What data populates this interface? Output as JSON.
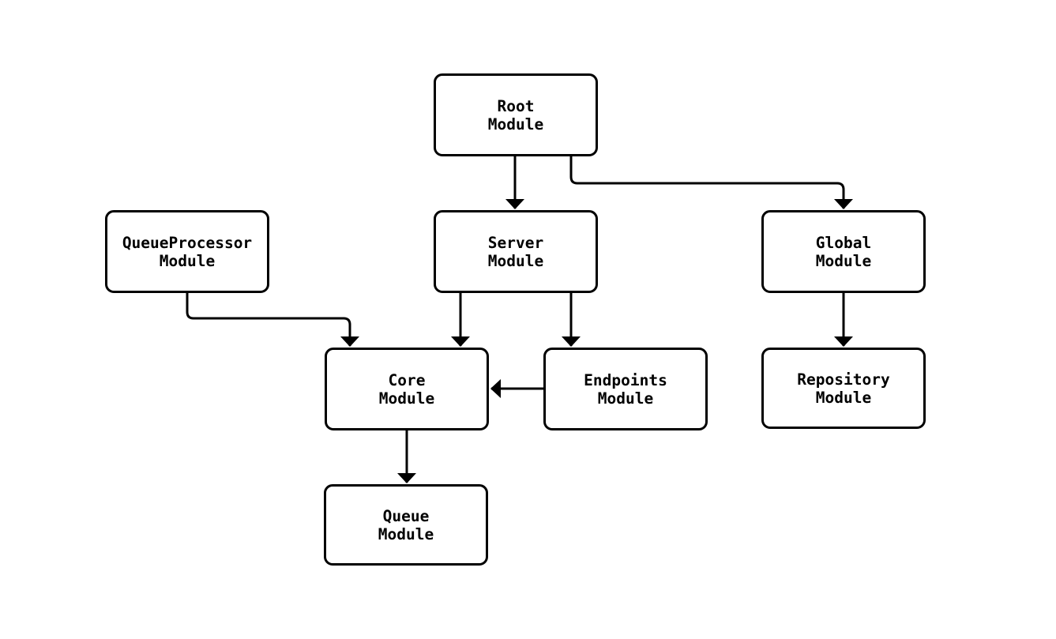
{
  "diagram": {
    "type": "module-dependency-flowchart",
    "background_color": "#ffffff",
    "node_fill": "#ffffff",
    "node_border_color": "#000000",
    "edge_color": "#000000",
    "text_color": "#000000",
    "nodes": [
      {
        "id": "root",
        "label": "Root\nModule"
      },
      {
        "id": "queueProcessor",
        "label": "QueueProcessor\nModule"
      },
      {
        "id": "server",
        "label": "Server\nModule"
      },
      {
        "id": "global",
        "label": "Global\nModule"
      },
      {
        "id": "core",
        "label": "Core\nModule"
      },
      {
        "id": "endpoints",
        "label": "Endpoints\nModule"
      },
      {
        "id": "repository",
        "label": "Repository\nModule"
      },
      {
        "id": "queue",
        "label": "Queue\nModule"
      }
    ],
    "edges": [
      {
        "from": "root",
        "to": "server"
      },
      {
        "from": "root",
        "to": "global"
      },
      {
        "from": "queueProcessor",
        "to": "core"
      },
      {
        "from": "server",
        "to": "core"
      },
      {
        "from": "server",
        "to": "endpoints"
      },
      {
        "from": "endpoints",
        "to": "core"
      },
      {
        "from": "global",
        "to": "repository"
      },
      {
        "from": "core",
        "to": "queue"
      }
    ]
  }
}
